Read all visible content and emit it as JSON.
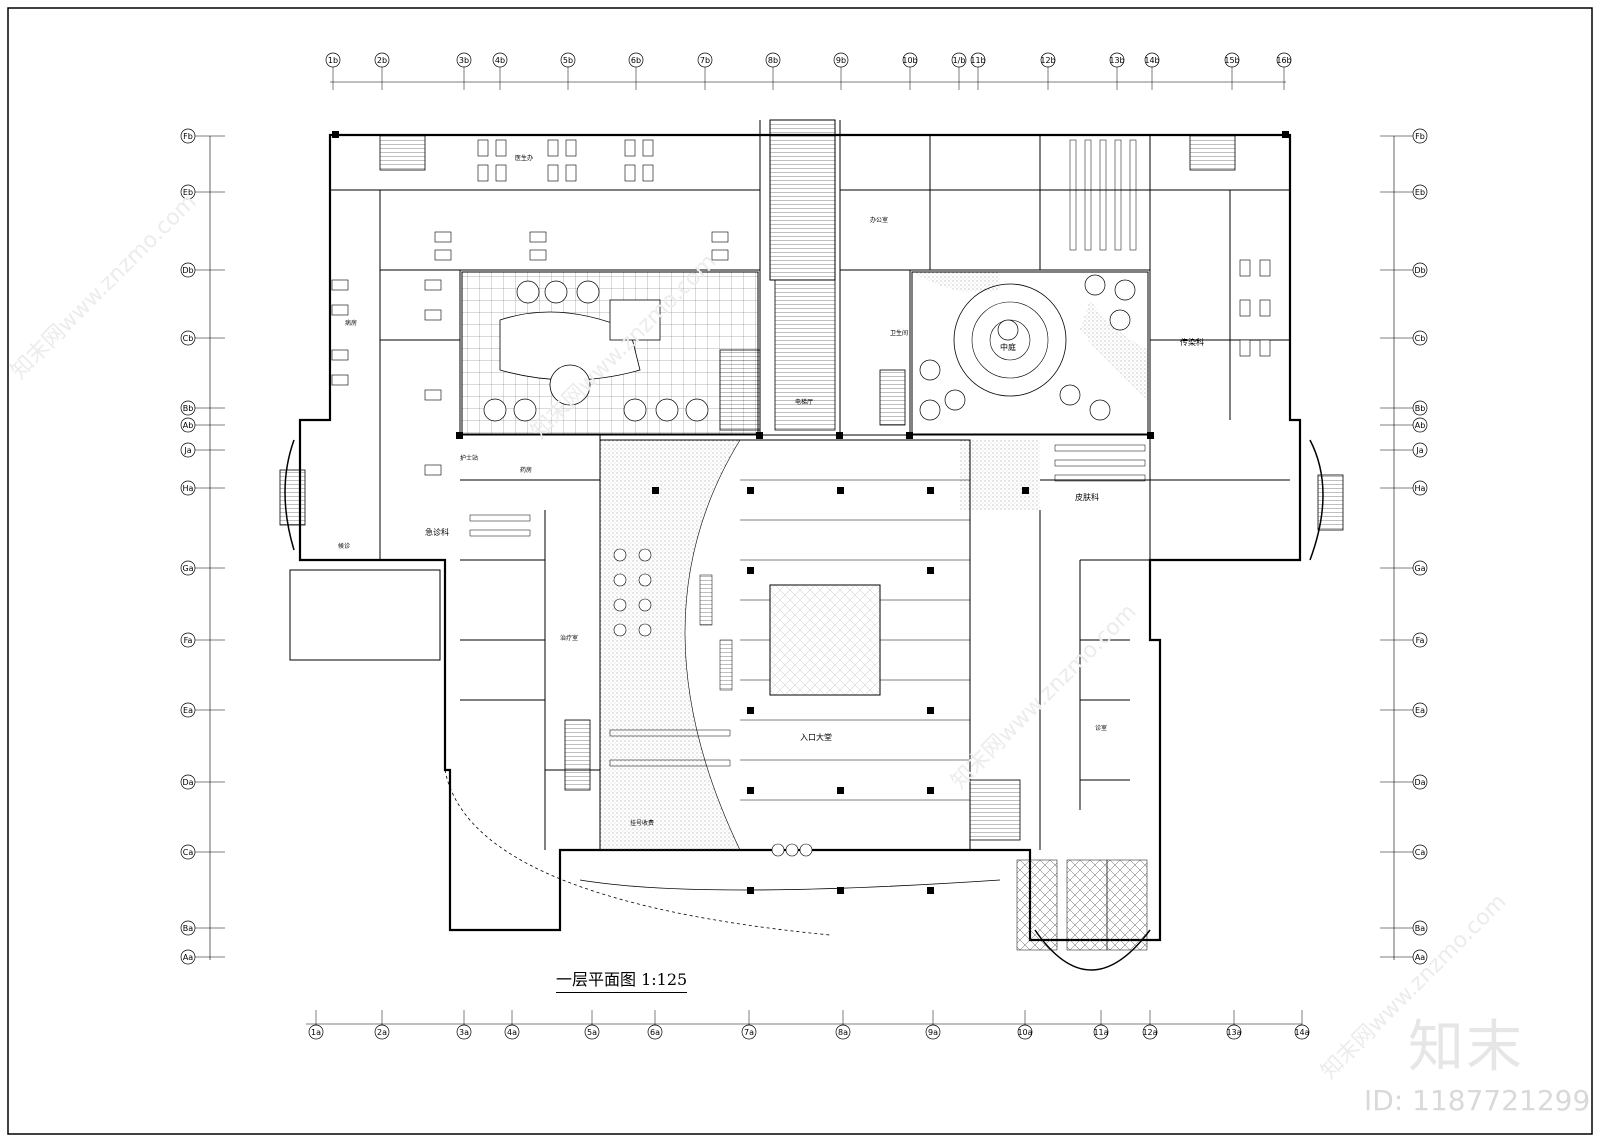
{
  "title": "一层平面图 1:125",
  "watermark": {
    "logo": "知末",
    "id": "ID: 1187721299",
    "site": "知末网www.znzmo.com"
  },
  "grid": {
    "top": [
      "1b",
      "2b",
      "3b",
      "4b",
      "5b",
      "6b",
      "7b",
      "8b",
      "9b",
      "10b",
      "1/b",
      "11b",
      "12b",
      "13b",
      "14b",
      "15b",
      "16b"
    ],
    "bottom": [
      "1a",
      "2a",
      "3a",
      "4a",
      "5a",
      "6a",
      "7a",
      "8a",
      "9a",
      "10a",
      "11a",
      "12a",
      "13a",
      "14a"
    ],
    "left": [
      "Fb",
      "Eb",
      "Db",
      "Cb",
      "Bb",
      "Ab",
      "Ja",
      "Ha",
      "Ga",
      "Fa",
      "Ea",
      "Da",
      "Ca",
      "Ba",
      "Aa"
    ],
    "right": [
      "Fb",
      "Eb",
      "Db",
      "Cb",
      "Bb",
      "Ab",
      "Ja",
      "Ha",
      "Ga",
      "Fa",
      "Ea",
      "Da",
      "Ca",
      "Ba",
      "Aa"
    ]
  },
  "rooms": {
    "lobby": "入口大堂",
    "courtyard": "中庭",
    "emergency": "急诊科",
    "dermatology": "皮肤科",
    "infectious": "传染科",
    "ward": "病房",
    "doctor": "医生办",
    "office": "办公室",
    "nurse": "护士站",
    "pharmacy": "药房",
    "toilet": "卫生间",
    "waiting": "候诊",
    "registration": "挂号收费",
    "elevator": "电梯厅",
    "treatment": "治疗室",
    "consult": "诊室"
  },
  "colors": {
    "line": "#000000",
    "hatch": "#777777",
    "watermark": "#e6e6e6"
  }
}
